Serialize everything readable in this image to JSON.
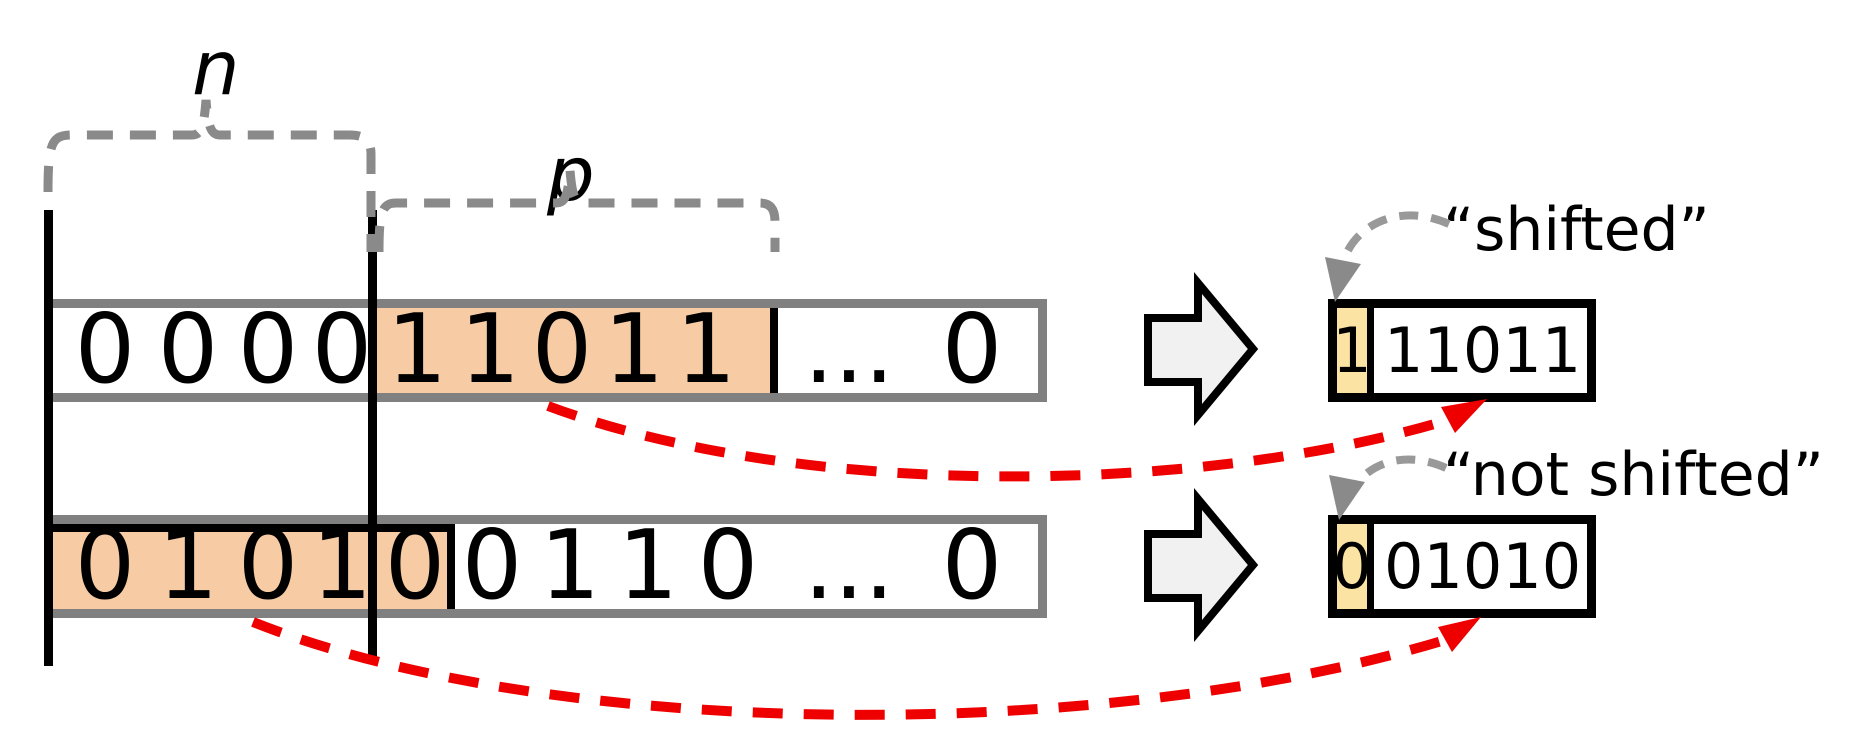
{
  "braces": {
    "n": "n",
    "p": "p"
  },
  "rows": [
    {
      "prefix_bits": [
        "0",
        "0",
        "0",
        "0"
      ],
      "highlight_bits": [
        "1",
        "1",
        "0",
        "1",
        "1"
      ],
      "ellipsis": "...",
      "last_bit": "0"
    },
    {
      "highlight_bits": [
        "0",
        "1",
        "0",
        "1"
      ],
      "carry_bit": "0",
      "suffix_bits": [
        "0",
        "1",
        "1",
        "0"
      ],
      "ellipsis": "...",
      "last_bit": "0"
    }
  ],
  "results": [
    {
      "flag": "1",
      "value": "11011",
      "label": "“shifted”"
    },
    {
      "flag": "0",
      "value": "01010",
      "label": "“not shifted”"
    }
  ],
  "colors": {
    "highlight_orange": "#F7CBA3",
    "flag_yellow": "#FBE3A4",
    "arrow_red": "#EE0000",
    "row_border_gray": "#808080",
    "brace_gray": "#8A8A8A",
    "block_arrow_fill": "#F1F1F1"
  }
}
